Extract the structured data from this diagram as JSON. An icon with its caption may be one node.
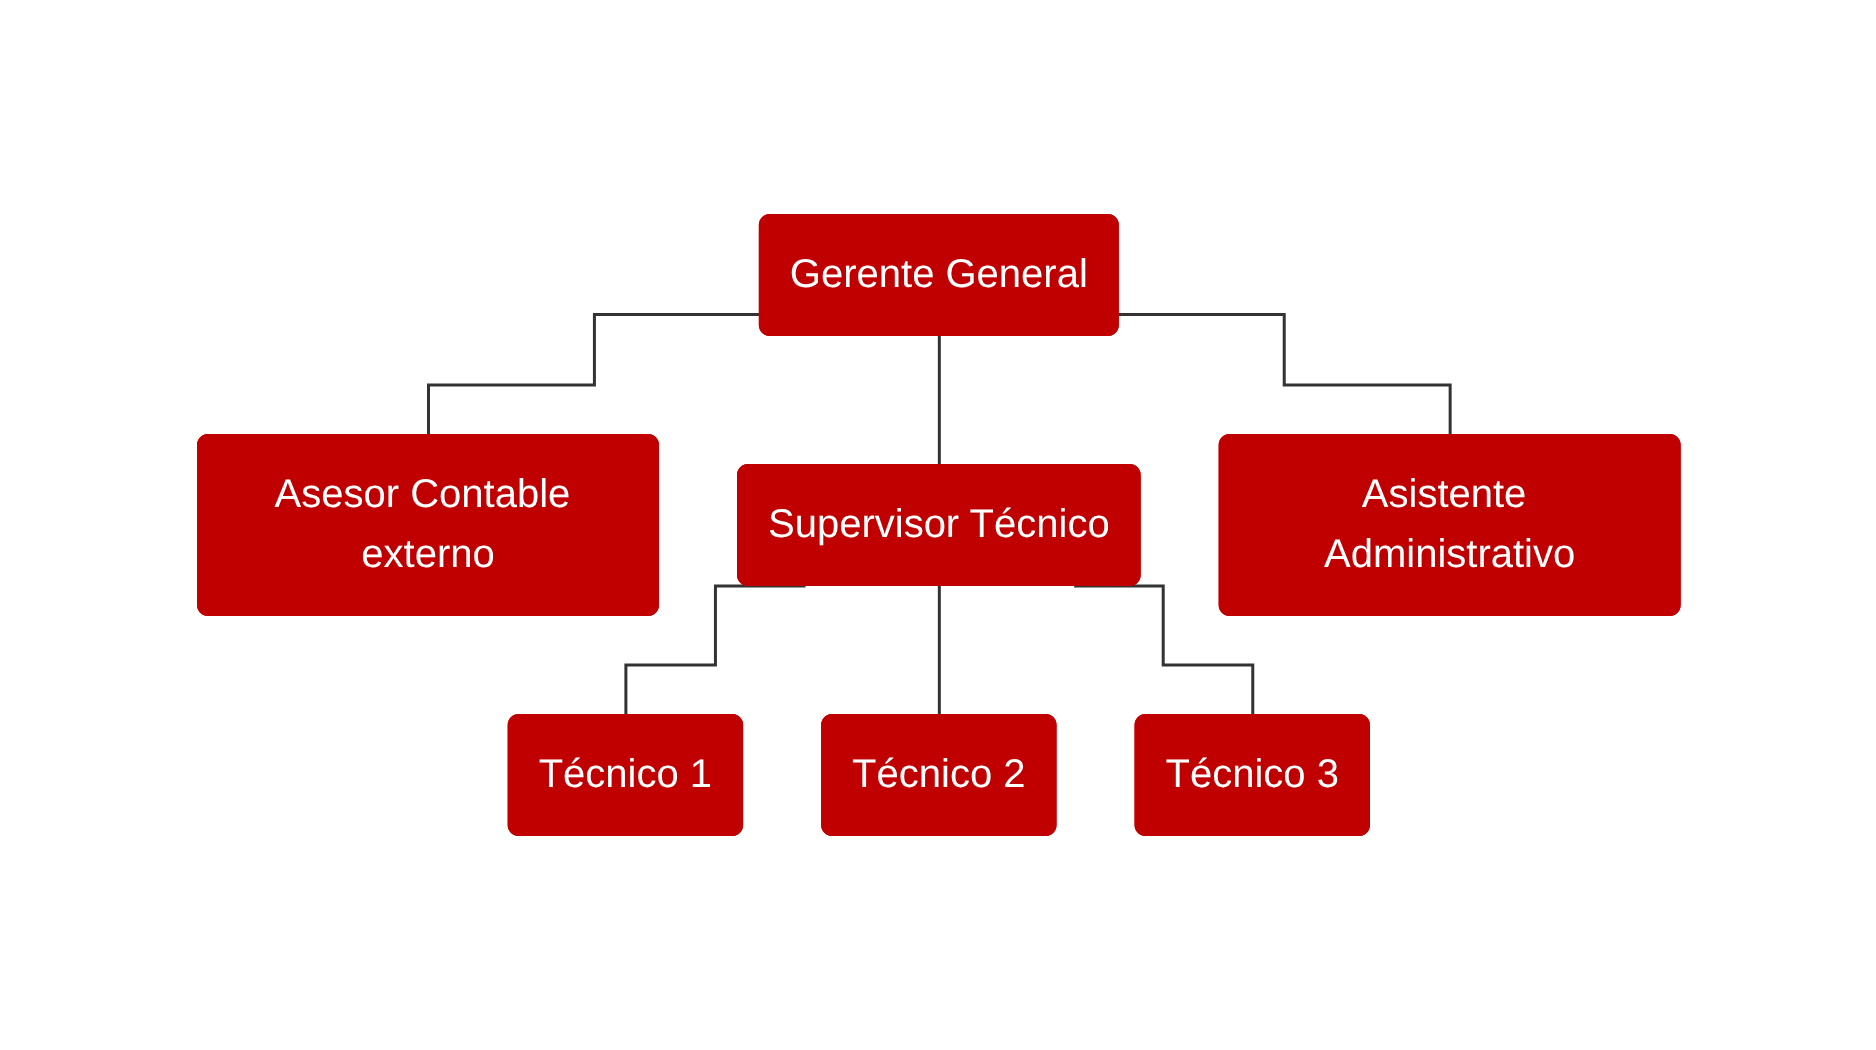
{
  "diagram": {
    "nodes": [
      {
        "text": [
          "Gerente General"
        ]
      },
      {
        "text": [
          "Asesor Contable externo"
        ]
      },
      {
        "text": [
          "Supervisor Técnico"
        ]
      },
      {
        "text": [
          "Asistente Administrativo"
        ]
      },
      {
        "text": [
          "Técnico 1"
        ]
      },
      {
        "text": [
          "Técnico 2"
        ]
      },
      {
        "text": [
          "Técnico 3"
        ]
      }
    ],
    "edges": [
      {
        "from": 0,
        "to": 2,
        "arrow": "none"
      },
      {
        "from": 0,
        "to": 3,
        "arrow": "none"
      },
      {
        "from": 0,
        "to": 1,
        "arrow": "none"
      },
      {
        "from": 2,
        "to": 4,
        "arrow": "none"
      },
      {
        "from": 2,
        "to": 5,
        "arrow": "none"
      },
      {
        "from": 2,
        "to": 6,
        "arrow": "none"
      }
    ]
  }
}
